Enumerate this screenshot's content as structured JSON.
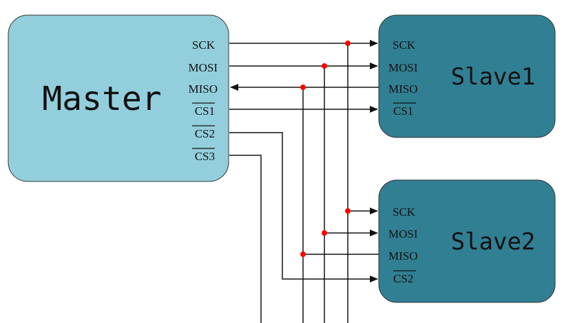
{
  "master": {
    "title": "Master",
    "pins": {
      "sck": "SCK",
      "mosi": "MOSI",
      "miso": "MISO",
      "cs1": "CS1",
      "cs2": "CS2",
      "cs3": "CS3"
    },
    "fill": "#93cedc"
  },
  "slave1": {
    "title": "Slave1",
    "pins": {
      "sck": "SCK",
      "mosi": "MOSI",
      "miso": "MISO",
      "cs": "CS1"
    },
    "fill": "#317f93"
  },
  "slave2": {
    "title": "Slave2",
    "pins": {
      "sck": "SCK",
      "mosi": "MOSI",
      "miso": "MISO",
      "cs": "CS2"
    },
    "fill": "#317f93"
  },
  "colors": {
    "wire": "#111111",
    "junction": "#ff0000"
  }
}
